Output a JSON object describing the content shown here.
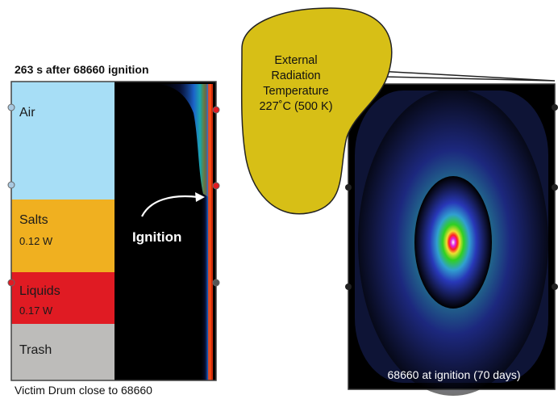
{
  "left_panel": {
    "title": "263 s after 68660 ignition",
    "caption": "Victim Drum close to 68660",
    "layers": [
      {
        "label": "Air",
        "sub": "",
        "color": "#a7def6"
      },
      {
        "label": "Salts",
        "sub": "0.12 W",
        "color": "#f0b020"
      },
      {
        "label": "Liquids",
        "sub": "0.17 W",
        "color": "#e01b23"
      },
      {
        "label": "Trash",
        "sub": "",
        "color": "#bdbcba"
      }
    ],
    "annotation": "Ignition"
  },
  "callout": {
    "line1": "External",
    "line2": "Radiation",
    "line3": "Temperature",
    "line4": "227˚C (500 K)",
    "color": "#d7bf16"
  },
  "right_panel": {
    "caption": "68660 at ignition (70 days)"
  }
}
